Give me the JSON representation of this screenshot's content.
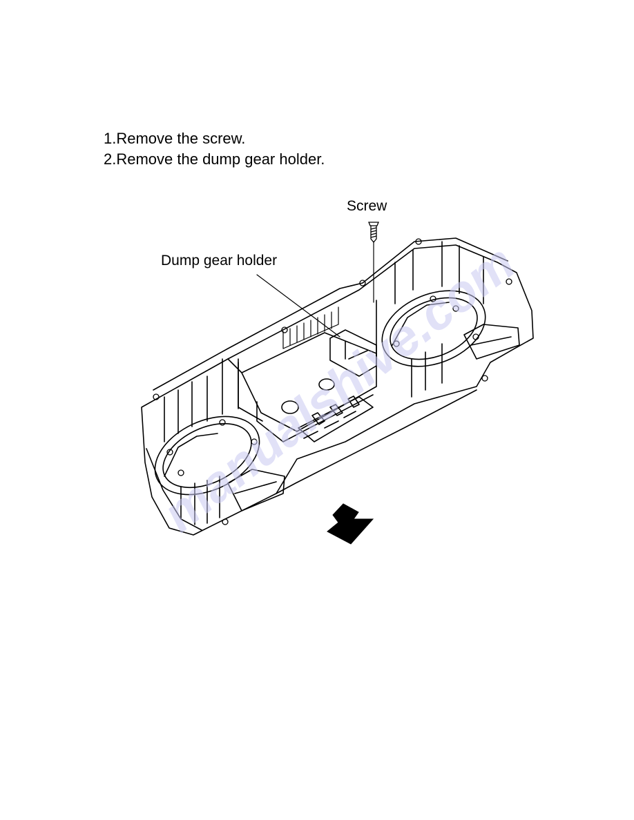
{
  "instructions": {
    "step1": "1.Remove the screw.",
    "step2": "2.Remove the dump gear holder."
  },
  "callouts": {
    "screw": "Screw",
    "dump_gear_holder": "Dump gear holder"
  },
  "watermark": {
    "text": "manualshive.com"
  },
  "icons": {
    "direction_arrow": "down-arrow-icon",
    "screw": "screw-icon"
  },
  "colors": {
    "line": "#000000",
    "background": "#ffffff",
    "watermark": "#c9c9f2"
  }
}
